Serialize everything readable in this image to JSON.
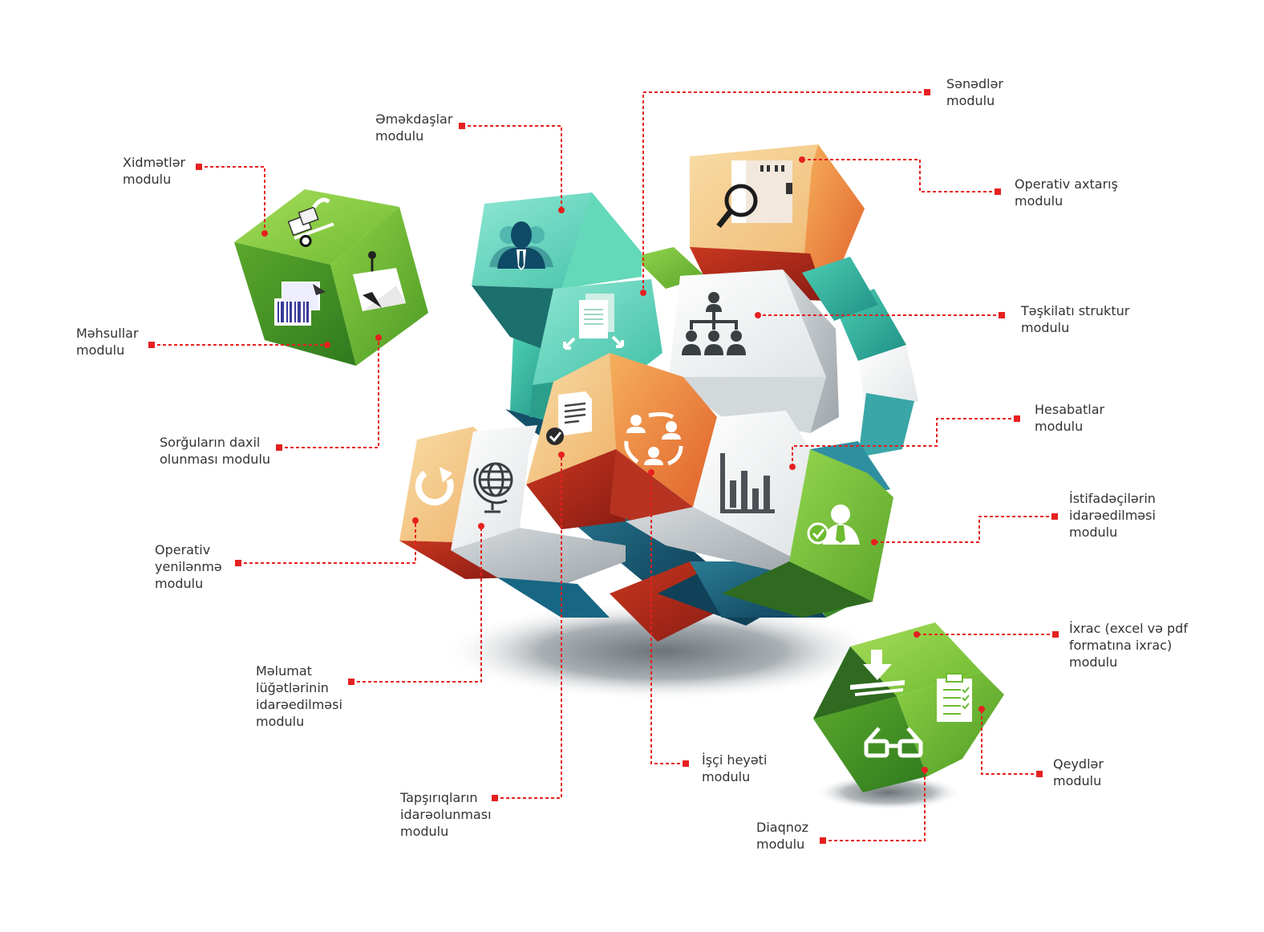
{
  "colors": {
    "leader": "#e62020",
    "text": "#333333",
    "green": "#7cc23a",
    "green_dark": "#3f8a22",
    "teal": "#5fd3b8",
    "teal_dark": "#1e8a86",
    "orange": "#f08a3a",
    "orange_light": "#f5c88a",
    "red_dark": "#b22a1e",
    "gray_light": "#f1f3f4",
    "gray_mid": "#c7ccd0",
    "blue_dark": "#14506a"
  },
  "modules": [
    {
      "id": "xidmetler",
      "lines": [
        "Xidmətlər",
        "modulu"
      ],
      "icon": "hand-truck-icon"
    },
    {
      "id": "emekdaslar",
      "lines": [
        "Əməkdaşlar",
        "modulu"
      ],
      "icon": "employee-icon"
    },
    {
      "id": "senedler",
      "lines": [
        "Sənədlər",
        "modulu"
      ],
      "icon": "documents-icon"
    },
    {
      "id": "operativ-axtaris",
      "lines": [
        "Operativ axtarış",
        "modulu"
      ],
      "icon": "search-icon"
    },
    {
      "id": "teskilati-struktur",
      "lines": [
        "Təşkilatı struktur",
        "modulu"
      ],
      "icon": "org-chart-icon"
    },
    {
      "id": "mehsullar",
      "lines": [
        "Məhsullar",
        "modulu"
      ],
      "icon": "barcode-icon"
    },
    {
      "id": "sorgularin-daxil",
      "lines": [
        "Sorğuların daxil",
        "olunması modulu"
      ],
      "icon": "box-hook-icon"
    },
    {
      "id": "hesabatlar",
      "lines": [
        "Hesabatlar",
        "modulu"
      ],
      "icon": "bar-chart-icon"
    },
    {
      "id": "istifadecilerin",
      "lines": [
        "İstifadəçilərin",
        "idarəedilməsi",
        "modulu"
      ],
      "icon": "user-check-icon"
    },
    {
      "id": "operativ-yenilenme",
      "lines": [
        "Operativ",
        "yenilənmə",
        "modulu"
      ],
      "icon": "refresh-icon"
    },
    {
      "id": "melumat-lugetleri",
      "lines": [
        "Məlumat",
        "lüğətlərinin",
        "idarəedilməsi",
        "modulu"
      ],
      "icon": "globe-icon"
    },
    {
      "id": "ixrac",
      "lines": [
        "İxrac (excel və pdf",
        "formatına ixrac)",
        "modulu"
      ],
      "icon": "download-icon"
    },
    {
      "id": "isci-heyeti",
      "lines": [
        "İşçi heyəti",
        "modulu"
      ],
      "icon": "people-cycle-icon"
    },
    {
      "id": "tapsiriqlarin",
      "lines": [
        "Tapşırıqların",
        "idarəolunması",
        "modulu"
      ],
      "icon": "task-doc-icon"
    },
    {
      "id": "qeydler",
      "lines": [
        "Qeydlər",
        "modulu"
      ],
      "icon": "clipboard-icon"
    },
    {
      "id": "diaqnoz",
      "lines": [
        "Diaqnoz",
        "modulu"
      ],
      "icon": "glasses-icon"
    }
  ]
}
